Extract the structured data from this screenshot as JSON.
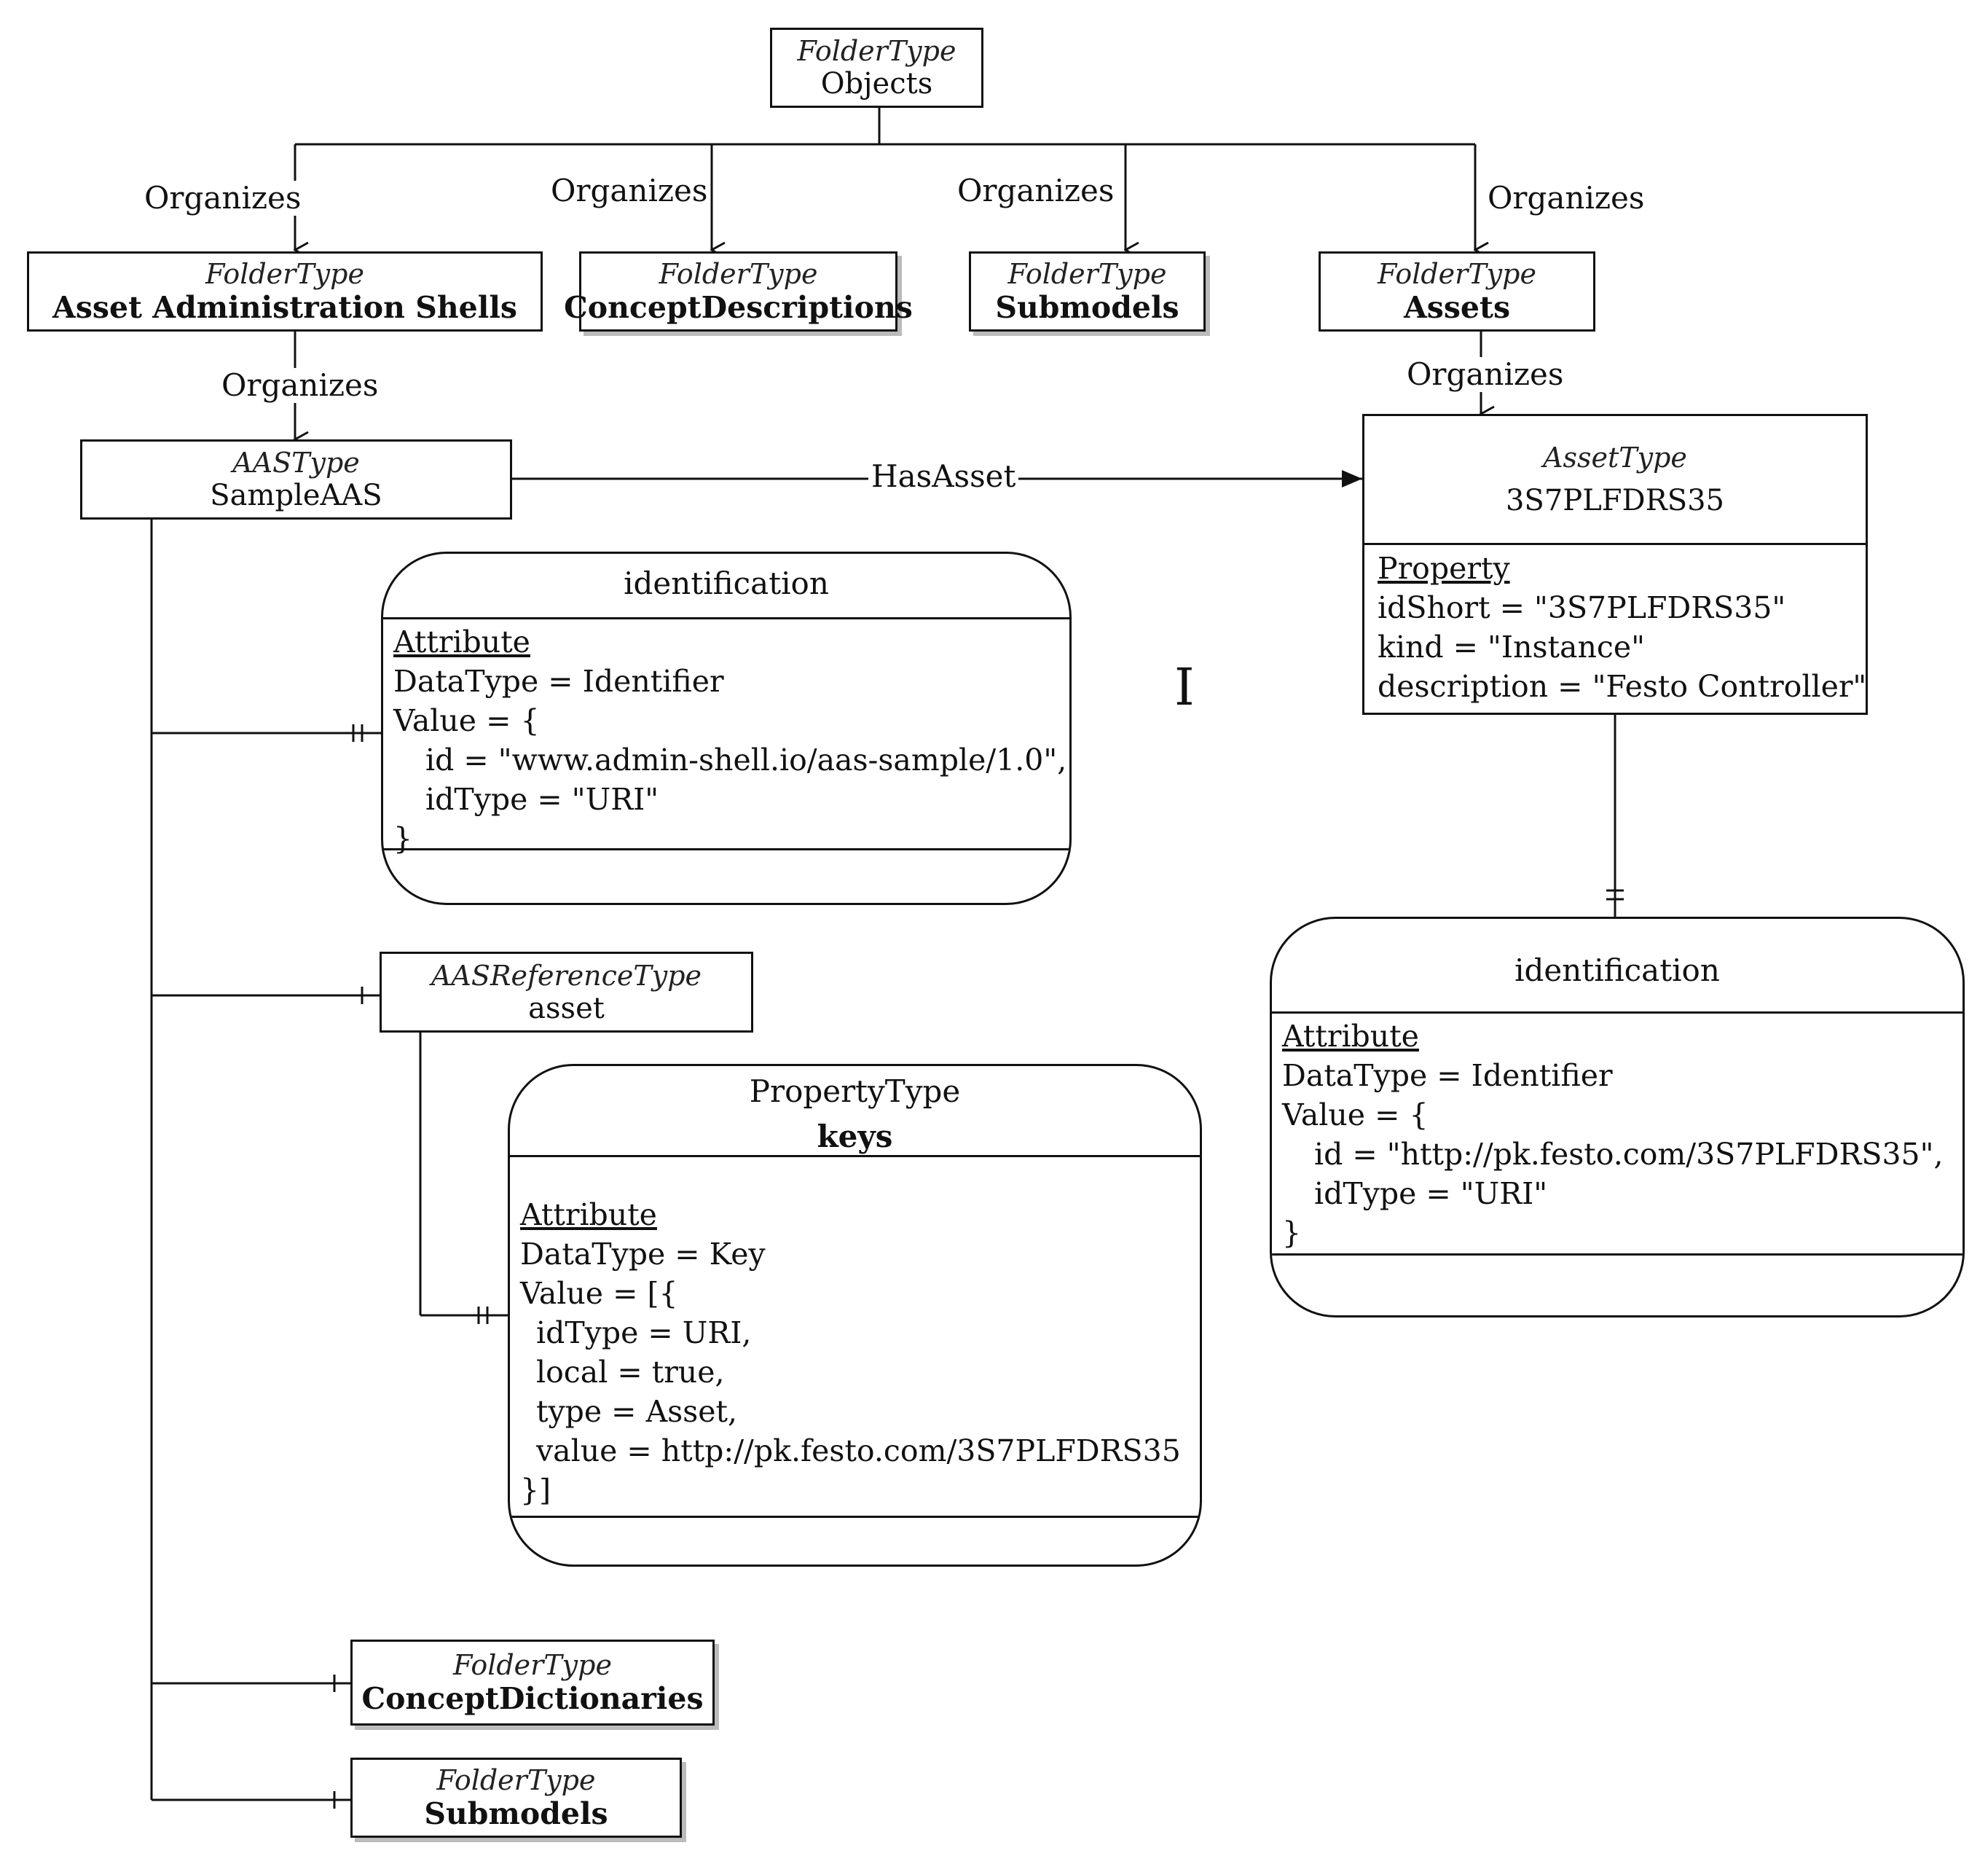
{
  "nodes": {
    "objects": {
      "type": "FolderType",
      "name": "Objects"
    },
    "aas_folder": {
      "type": "FolderType",
      "name": "Asset Administration Shells"
    },
    "concept_descriptions": {
      "type": "FolderType",
      "name": "ConceptDescriptions"
    },
    "submodels_top": {
      "type": "FolderType",
      "name": "Submodels"
    },
    "assets": {
      "type": "FolderType",
      "name": "Assets"
    },
    "sample_aas": {
      "type": "AASType",
      "name": "SampleAAS"
    },
    "asset_ref": {
      "type": "AASReferenceType",
      "name": "asset"
    },
    "concept_dictionaries": {
      "type": "FolderType",
      "name": "ConceptDictionaries"
    },
    "submodels_bottom": {
      "type": "FolderType",
      "name": "Submodels"
    }
  },
  "labels": {
    "organizes": "Organizes",
    "has_asset": "HasAsset"
  },
  "identification_aas": {
    "title": "identification",
    "section": "Attribute",
    "lines": [
      "DataType = Identifier",
      "Value = {",
      "id = \"www.admin-shell.io/aas-sample/1.0\",",
      "idType = \"URI\"",
      "}"
    ]
  },
  "keys_box": {
    "type": "PropertyType",
    "name": "keys",
    "section": "Attribute",
    "lines": [
      "DataType = Key",
      "Value = [{",
      "idType = URI,",
      "local = true,",
      "type = Asset,",
      "value = http://pk.festo.com/3S7PLFDRS35",
      "}]"
    ]
  },
  "asset_type": {
    "type": "AssetType",
    "name": "3S7PLFDRS35",
    "section": "Property",
    "lines": [
      "idShort = \"3S7PLFDRS35\"",
      "kind = \"Instance\"",
      "description = \"Festo Controller\""
    ]
  },
  "identification_asset": {
    "title": "identification",
    "section": "Attribute",
    "lines": [
      "DataType = Identifier",
      "Value = {",
      "id = \"http://pk.festo.com/3S7PLFDRS35\",",
      "idType = \"URI\"",
      "}"
    ]
  }
}
